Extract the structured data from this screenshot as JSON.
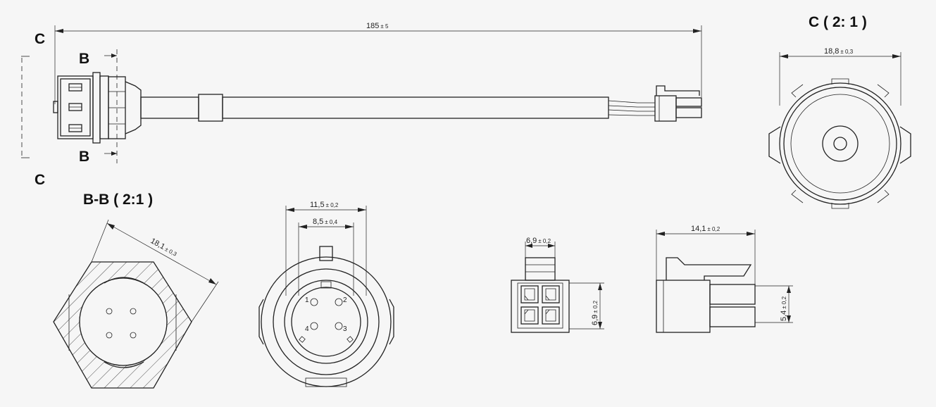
{
  "section_labels": {
    "c_top": "C",
    "c_bottom": "C",
    "b_top": "B",
    "b_bottom": "B"
  },
  "view_titles": {
    "view_c": "C ( 2: 1 )",
    "section_bb": "B-B ( 2:1 )"
  },
  "dimensions": {
    "overall_length": {
      "value": "185",
      "tol": "± 5"
    },
    "view_c_diameter": {
      "value": "18,8",
      "tol": "± 0,3"
    },
    "hex_across": {
      "value": "18,1",
      "tol": "± 0,3"
    },
    "front_outer": {
      "value": "11,5",
      "tol": "± 0,2"
    },
    "front_inner": {
      "value": "8,5",
      "tol": "± 0,4"
    },
    "housing_width": {
      "value": "6,9",
      "tol": "± 0,2"
    },
    "housing_height": {
      "value": "6,9",
      "tol": "± 0,2"
    },
    "side_length": {
      "value": "14,1",
      "tol": "± 0,2"
    },
    "side_height": {
      "value": "5,4",
      "tol": "± 0,2"
    }
  },
  "pins": [
    "1",
    "2",
    "3",
    "4"
  ],
  "colors": {
    "line": "#222222",
    "background": "#f6f6f6"
  }
}
